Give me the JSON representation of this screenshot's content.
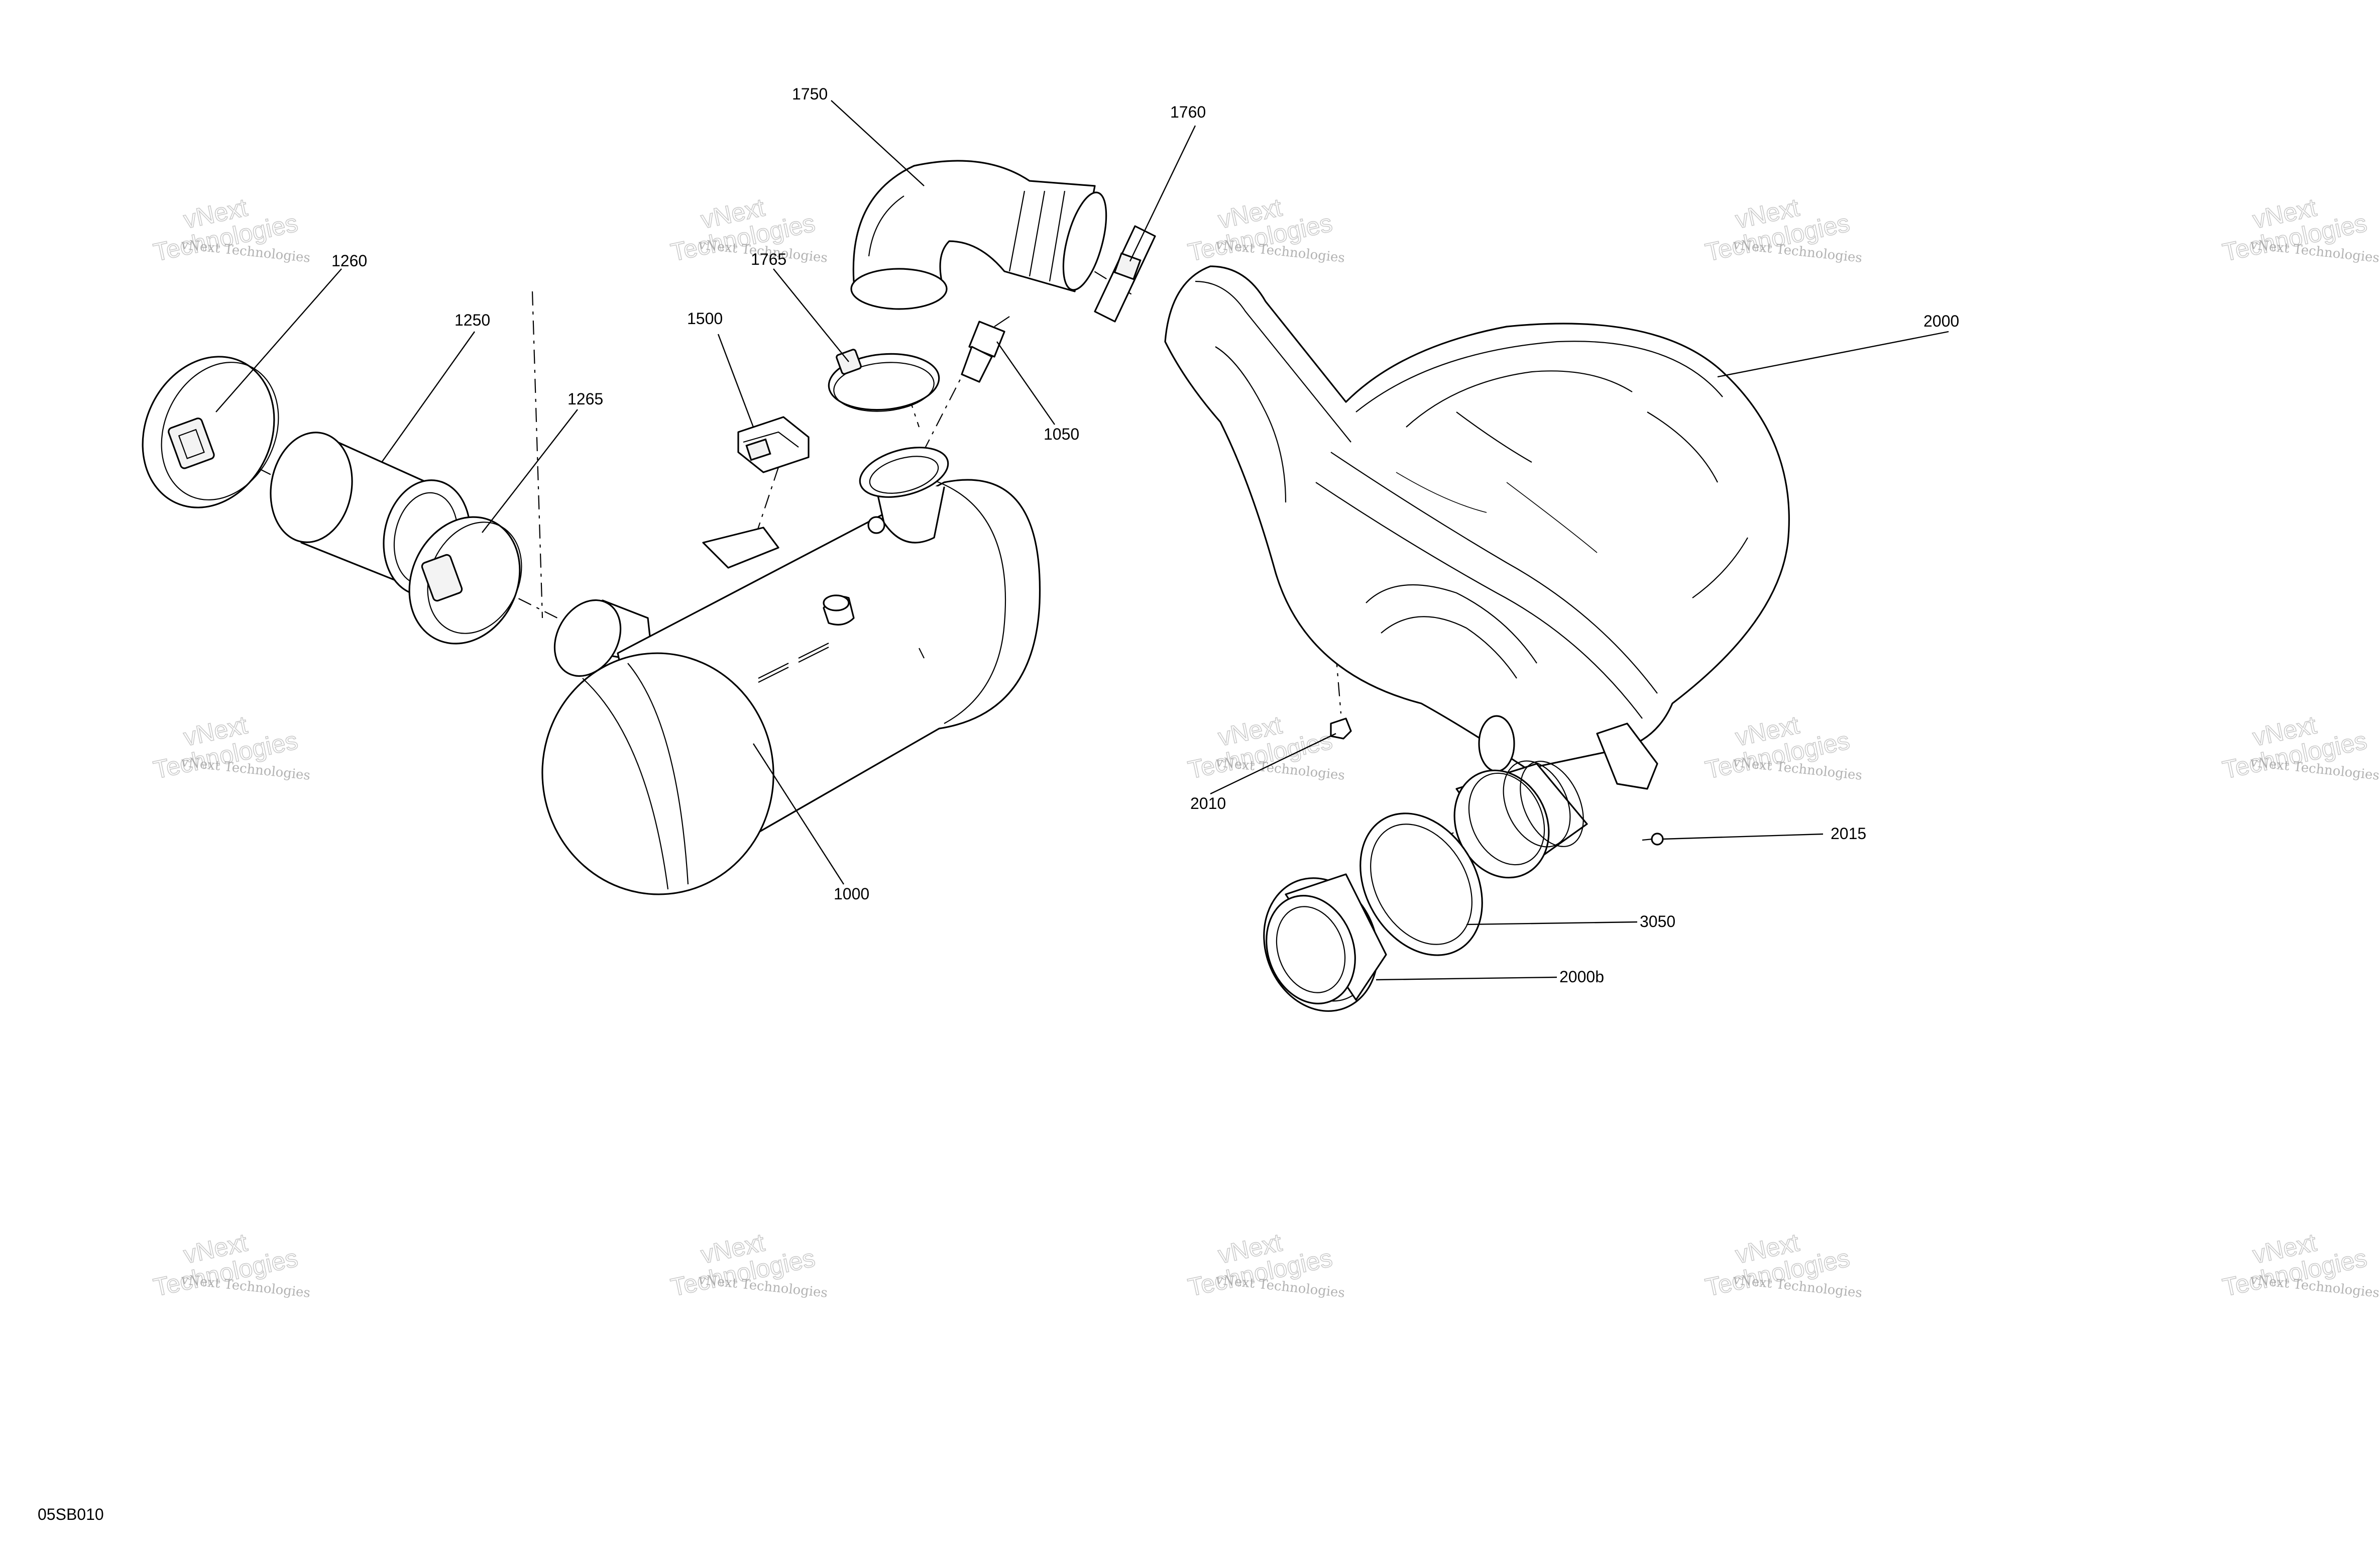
{
  "diagram": {
    "drawing_code": "05SB010",
    "callouts": [
      {
        "id": "1750",
        "label": "1750"
      },
      {
        "id": "1760",
        "label": "1760"
      },
      {
        "id": "1765",
        "label": "1765"
      },
      {
        "id": "1260",
        "label": "1260"
      },
      {
        "id": "1250",
        "label": "1250"
      },
      {
        "id": "1265",
        "label": "1265"
      },
      {
        "id": "1500",
        "label": "1500"
      },
      {
        "id": "1050",
        "label": "1050"
      },
      {
        "id": "2000",
        "label": "2000"
      },
      {
        "id": "2010",
        "label": "2010"
      },
      {
        "id": "2015",
        "label": "2015"
      },
      {
        "id": "3050",
        "label": "3050"
      },
      {
        "id": "2000b",
        "label": "2000b"
      },
      {
        "id": "1000",
        "label": "1000"
      }
    ]
  },
  "watermark": {
    "line1": "vNext Technologies",
    "line2_a": "vNext",
    "line2_b": "Technologies",
    "color": "#9a9a9a"
  }
}
